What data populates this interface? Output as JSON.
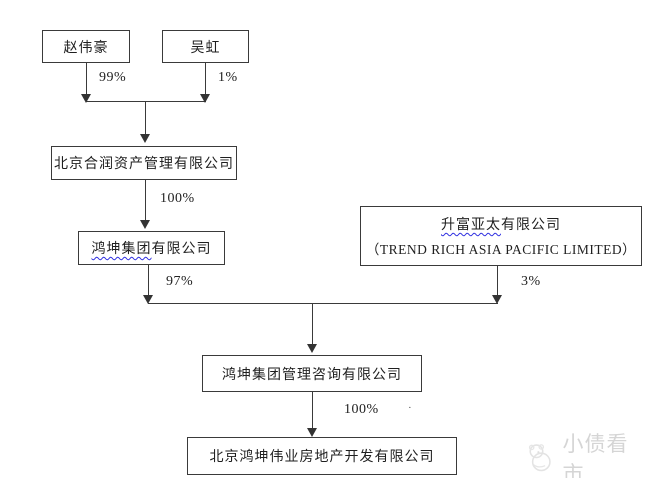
{
  "diagram": {
    "nodes": {
      "zhao": {
        "label": "赵伟豪"
      },
      "wu": {
        "label": "吴虹"
      },
      "herun": {
        "label": "北京合润资产管理有限公司"
      },
      "hongkun_group": {
        "marked": "鸿坤集团",
        "rest": "有限公司"
      },
      "trend_rich": {
        "marked": "升富亚太",
        "rest": "有限公司",
        "en": "（TREND RICH ASIA PACIFIC LIMITED）"
      },
      "consulting": {
        "label": "鸿坤集团管理咨询有限公司"
      },
      "weiye": {
        "label": "北京鸿坤伟业房地产开发有限公司"
      }
    },
    "ownership": {
      "zhao_share": "99%",
      "wu_share": "1%",
      "herun_share": "100%",
      "group_share": "97%",
      "trend_share": "3%",
      "consulting_share": "100%"
    },
    "stray_mark": "·"
  },
  "watermark": {
    "text": "小债看市"
  },
  "colors": {
    "line": "#3a3a3a",
    "box_border": "#3a3a3a",
    "text": "#1f1f1f",
    "wavy_underline": "#2d2de0",
    "watermark": "#d5d5d5",
    "background": "#ffffff"
  }
}
